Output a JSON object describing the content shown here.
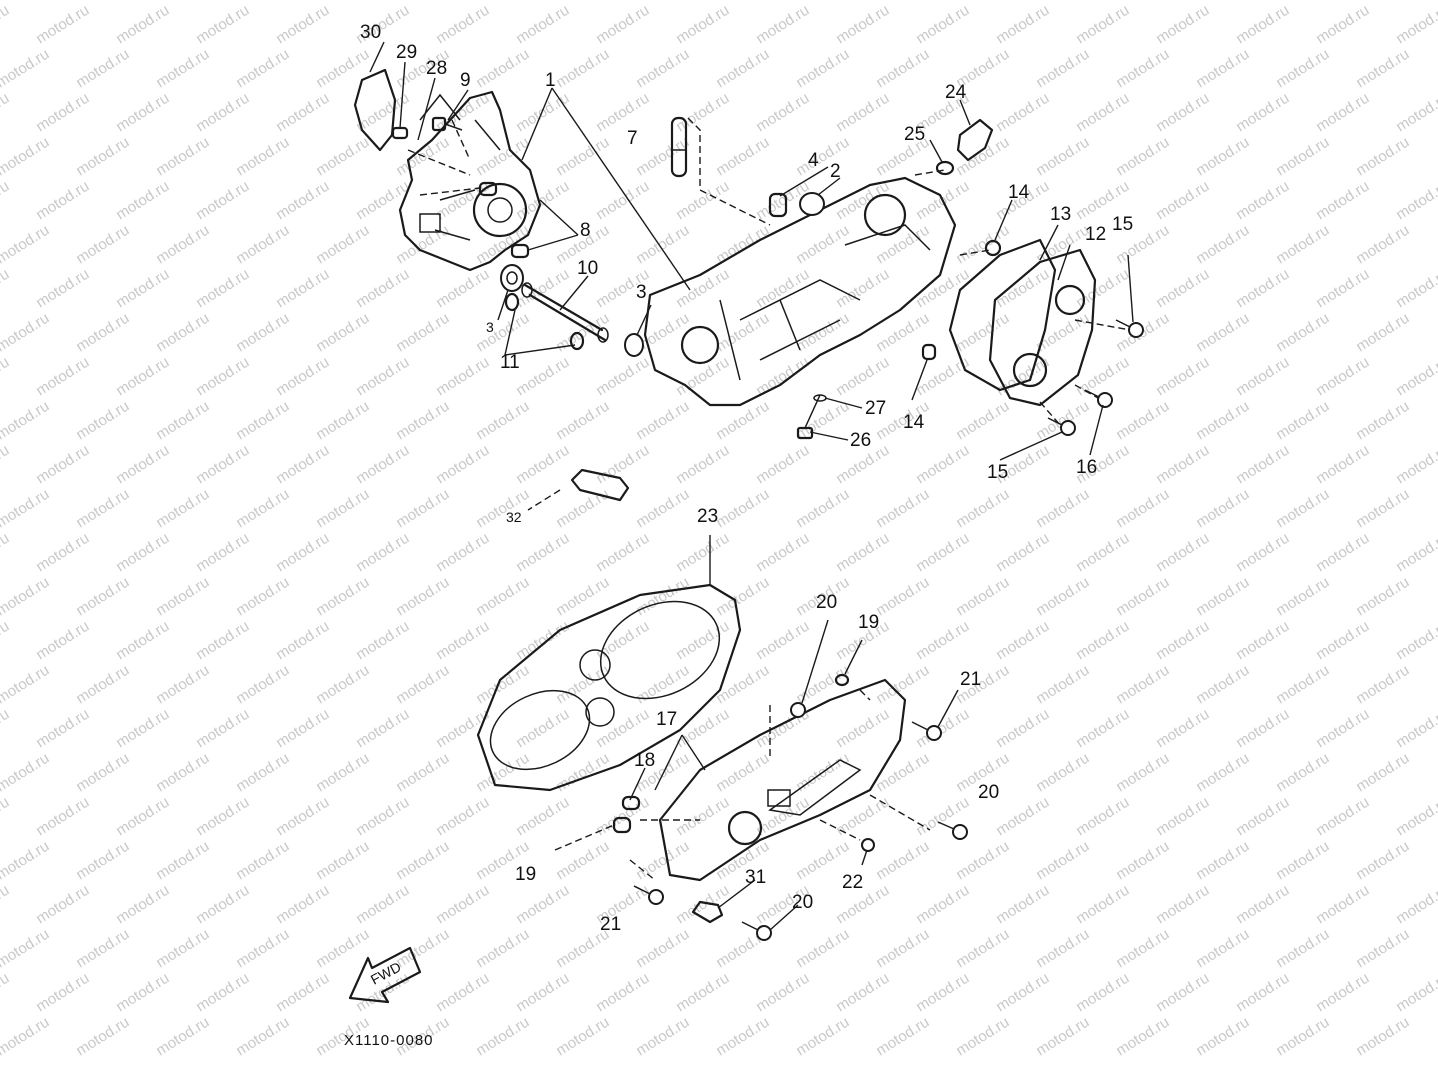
{
  "watermark": "motod.ru",
  "callouts": {
    "n1": "1",
    "n2": "2",
    "n3a": "3",
    "n3b": "3",
    "n4": "4",
    "n7": "7",
    "n8": "8",
    "n9": "9",
    "n10": "10",
    "n11": "11",
    "n12": "12",
    "n13": "13",
    "n14a": "14",
    "n14b": "14",
    "n15a": "15",
    "n15b": "15",
    "n16": "16",
    "n17": "17",
    "n18": "18",
    "n19a": "19",
    "n19b": "19",
    "n20a": "20",
    "n20b": "20",
    "n20c": "20",
    "n21a": "21",
    "n21b": "21",
    "n22": "22",
    "n23": "23",
    "n24": "24",
    "n25": "25",
    "n26": "26",
    "n27": "27",
    "n28": "28",
    "n29": "29",
    "n30": "30",
    "n31": "31",
    "n32": "32"
  },
  "fwd_label": "FWD",
  "diagram_code": "X1110-0080"
}
